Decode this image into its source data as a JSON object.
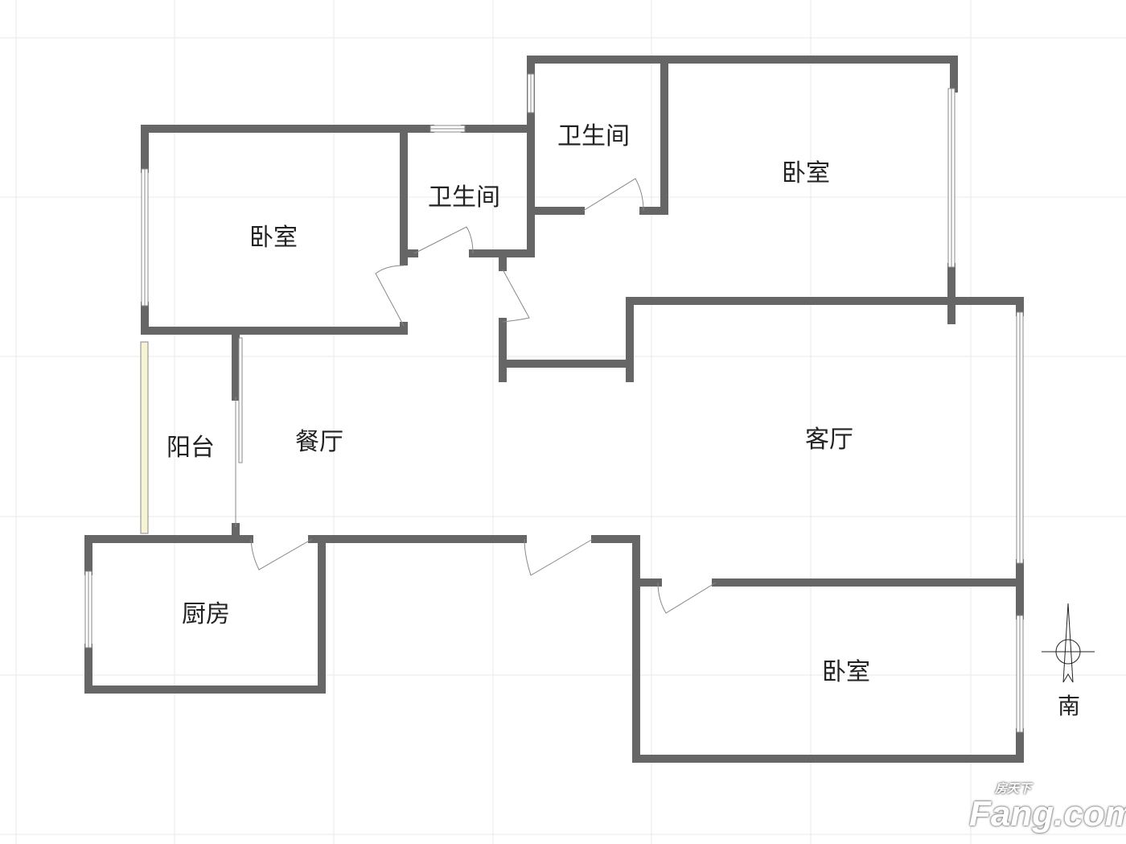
{
  "rooms": {
    "bedroom_nw": "卧室",
    "bathroom_1": "卫生间",
    "bathroom_2": "卫生间",
    "bedroom_ne": "卧室",
    "balcony": "阳台",
    "dining": "餐厅",
    "living": "客厅",
    "kitchen": "厨房",
    "bedroom_se": "卧室"
  },
  "compass": {
    "direction": "南"
  },
  "watermark": {
    "brand_cn": "房天下",
    "brand": "Fang.com"
  },
  "colors": {
    "wall": "#666666",
    "grid": "#e6e6e6",
    "balcony_rail": "#f5f5d5"
  }
}
